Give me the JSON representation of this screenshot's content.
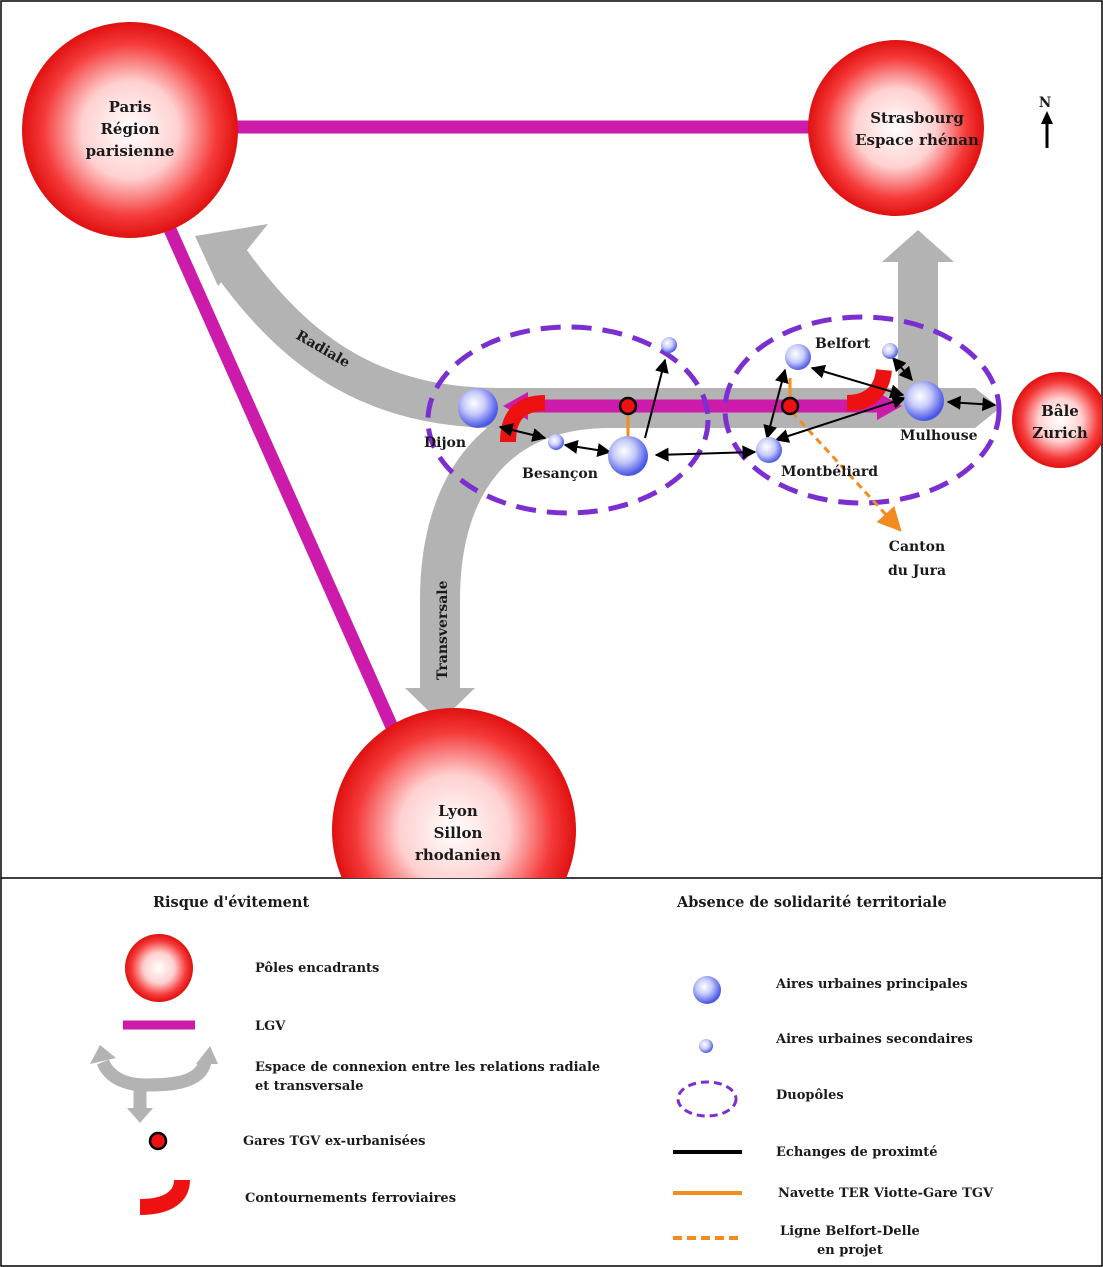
{
  "map": {
    "north": "N",
    "poles": {
      "paris": [
        "Paris",
        "Région",
        "parisienne"
      ],
      "strasbourg": [
        "Strasbourg",
        "Espace rhénan"
      ],
      "lyon": [
        "Lyon",
        "Sillon",
        "rhodanien"
      ],
      "bale": [
        "Bâle",
        "Zurich"
      ]
    },
    "cities": {
      "dijon": "Dijon",
      "besancon": "Besançon",
      "belfort": "Belfort",
      "montbeliard": "Montbéliard",
      "mulhouse": "Mulhouse"
    },
    "corridors": {
      "radiale": "Radiale",
      "transversale": "Transversale"
    },
    "jura": [
      "Canton",
      "du Jura"
    ]
  },
  "legend": {
    "left_title": "Risque d'évitement",
    "right_title": "Absence de solidarité territoriale",
    "poles": "Pôles encadrants",
    "lgv": "LGV",
    "connexion": [
      "Espace de connexion entre les relations radiale",
      "et transversale"
    ],
    "gares": "Gares TGV ex-urbanisées",
    "contournements": "Contournements ferroviaires",
    "principales": "Aires urbaines principales",
    "secondaires": "Aires urbaines secondaires",
    "duopoles": "Duopôles",
    "echanges": "Echanges de proximté",
    "navette": "Navette TER Viotte-Gare TGV",
    "ligne": [
      "Ligne Belfort-Delle",
      "en projet"
    ]
  },
  "colors": {
    "pole_red": "#ee1111",
    "lgv_magenta": "#cc1aaa",
    "corridor_gray": "#b3b3b3",
    "duopole_purple": "#7b2fd0",
    "navette_orange": "#f28c1e",
    "city_blue": "#5a66e8"
  }
}
